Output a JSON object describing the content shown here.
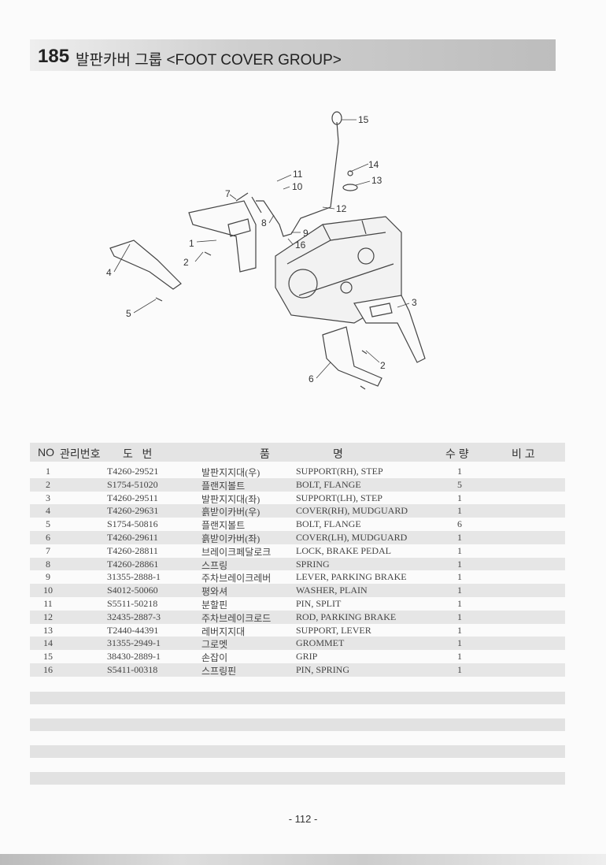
{
  "title": {
    "number": "185",
    "text": "발판카버 그룹 <FOOT COVER GROUP>"
  },
  "diagram": {
    "callouts": [
      "1",
      "2",
      "3",
      "4",
      "5",
      "6",
      "7",
      "8",
      "9",
      "10",
      "11",
      "12",
      "13",
      "14",
      "15",
      "16",
      "2"
    ]
  },
  "table": {
    "headers": {
      "no": "NO",
      "mgmt": "관리번호",
      "drawing": "도   번",
      "name_1": "품",
      "name_2": "명",
      "qty": "수 량",
      "remarks": "비 고"
    },
    "rows": [
      {
        "no": "1",
        "part": "T4260-29521",
        "kr": "발판지지대(우)",
        "en": "SUPPORT(RH), STEP",
        "qty": "1"
      },
      {
        "no": "2",
        "part": "S1754-51020",
        "kr": "플랜지볼트",
        "en": "BOLT, FLANGE",
        "qty": "5"
      },
      {
        "no": "3",
        "part": "T4260-29511",
        "kr": "발판지지대(좌)",
        "en": "SUPPORT(LH), STEP",
        "qty": "1"
      },
      {
        "no": "4",
        "part": "T4260-29631",
        "kr": "흙받이카버(우)",
        "en": "COVER(RH), MUDGUARD",
        "qty": "1"
      },
      {
        "no": "5",
        "part": "S1754-50816",
        "kr": "플랜지볼트",
        "en": "BOLT, FLANGE",
        "qty": "6"
      },
      {
        "no": "6",
        "part": "T4260-29611",
        "kr": "흙받이카버(좌)",
        "en": "COVER(LH), MUDGUARD",
        "qty": "1"
      },
      {
        "no": "7",
        "part": "T4260-28811",
        "kr": "브레이크페달로크",
        "en": "LOCK, BRAKE PEDAL",
        "qty": "1"
      },
      {
        "no": "8",
        "part": "T4260-28861",
        "kr": "스프링",
        "en": "SPRING",
        "qty": "1"
      },
      {
        "no": "9",
        "part": "31355-2888-1",
        "kr": "주차브레이크레버",
        "en": "LEVER, PARKING BRAKE",
        "qty": "1"
      },
      {
        "no": "10",
        "part": "S4012-50060",
        "kr": "평와셔",
        "en": "WASHER, PLAIN",
        "qty": "1"
      },
      {
        "no": "11",
        "part": "S5511-50218",
        "kr": "분할핀",
        "en": "PIN, SPLIT",
        "qty": "1"
      },
      {
        "no": "12",
        "part": "32435-2887-3",
        "kr": "주차브레이크로드",
        "en": "ROD, PARKING BRAKE",
        "qty": "1"
      },
      {
        "no": "13",
        "part": "T2440-44391",
        "kr": "레버지지대",
        "en": "SUPPORT, LEVER",
        "qty": "1"
      },
      {
        "no": "14",
        "part": "31355-2949-1",
        "kr": "그로멧",
        "en": "GROMMET",
        "qty": "1"
      },
      {
        "no": "15",
        "part": "38430-2889-1",
        "kr": "손잡이",
        "en": "GRIP",
        "qty": "1"
      },
      {
        "no": "16",
        "part": "S5411-00318",
        "kr": "스프링핀",
        "en": "PIN, SPRING",
        "qty": "1"
      }
    ]
  },
  "page_number": "- 112 -"
}
